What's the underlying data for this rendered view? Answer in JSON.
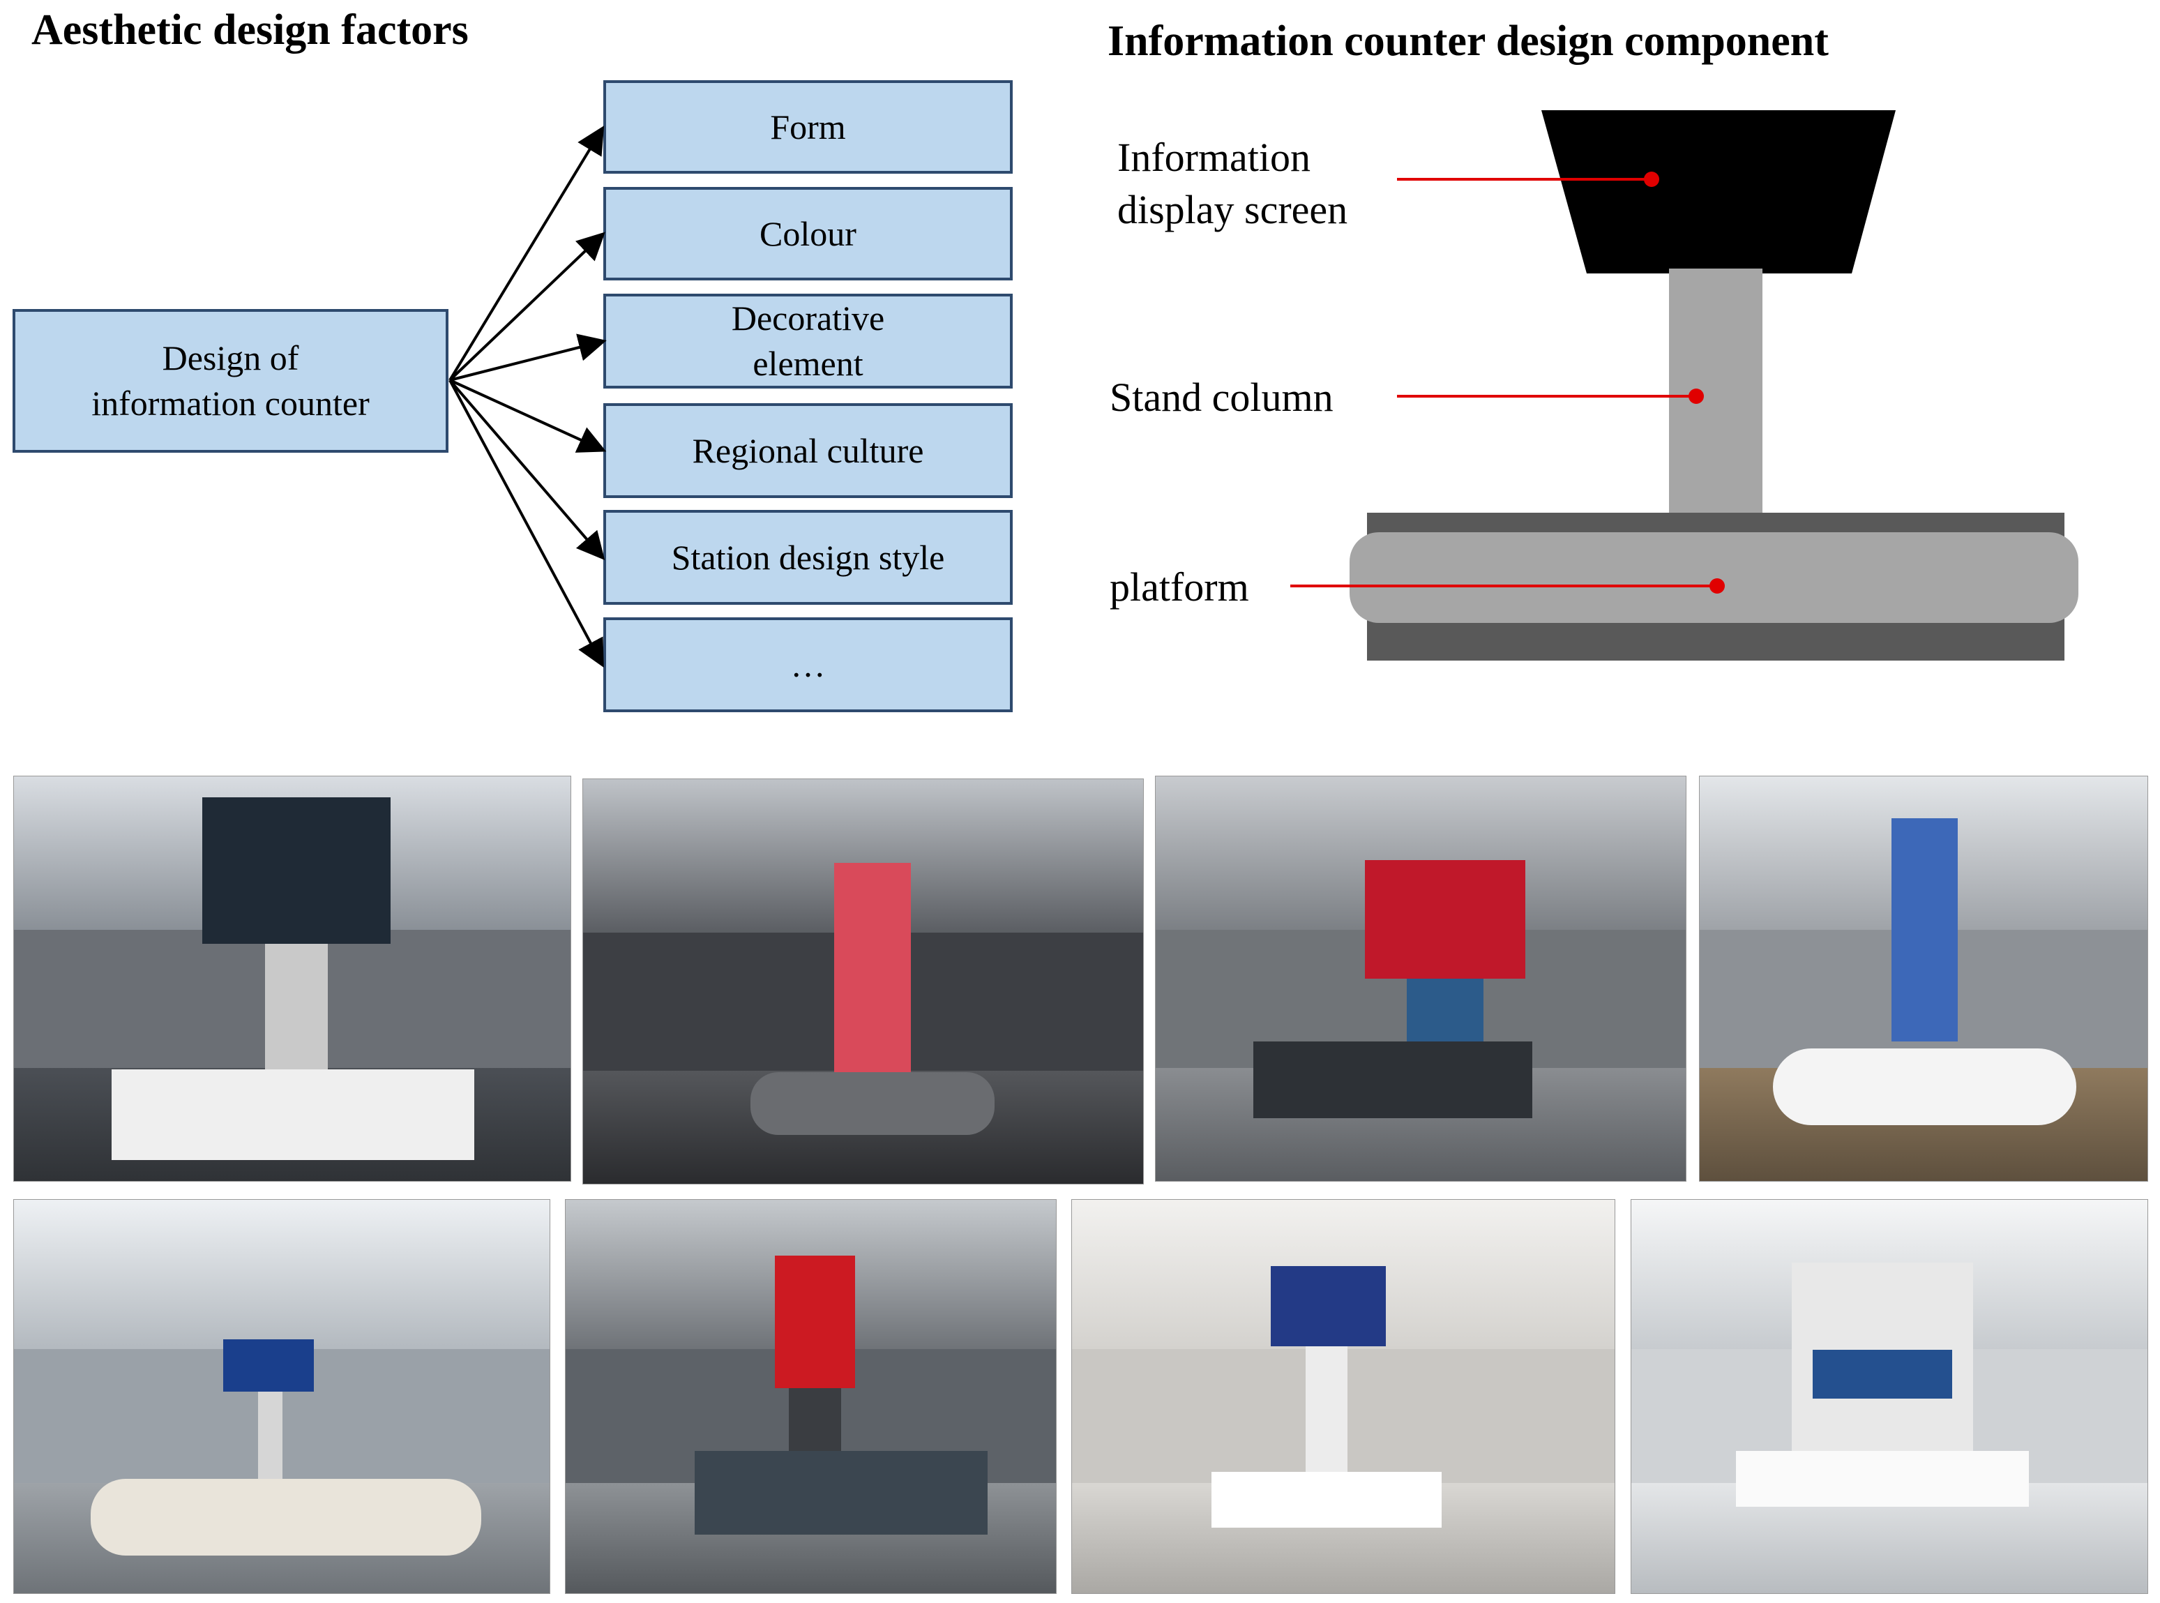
{
  "left_panel": {
    "title": "Aesthetic design factors",
    "source": {
      "line1": "Design of",
      "line2": "information counter"
    },
    "factors": [
      {
        "line1": "Form",
        "line2": ""
      },
      {
        "line1": "Colour",
        "line2": ""
      },
      {
        "line1": "Decorative",
        "line2": "element"
      },
      {
        "line1": "Regional culture",
        "line2": ""
      },
      {
        "line1": "Station design style",
        "line2": ""
      },
      {
        "line1": "…",
        "line2": ""
      }
    ]
  },
  "right_panel": {
    "title": "Information counter design component",
    "labels": {
      "screen_line1": "Information",
      "screen_line2": "display screen",
      "column": "Stand column",
      "platform": "platform"
    }
  },
  "colors": {
    "box_fill": "#bdd7ee",
    "box_border": "#2e4a6e",
    "screen": "#000000",
    "column": "#a6a6a6",
    "platform_dark": "#595959",
    "platform_light": "#a6a6a6",
    "pointer": "#e00000"
  },
  "photos": {
    "top_row": [
      "photo-1",
      "photo-2",
      "photo-3",
      "photo-4"
    ],
    "bottom_row": [
      "photo-5",
      "photo-6",
      "photo-7",
      "photo-8"
    ]
  }
}
